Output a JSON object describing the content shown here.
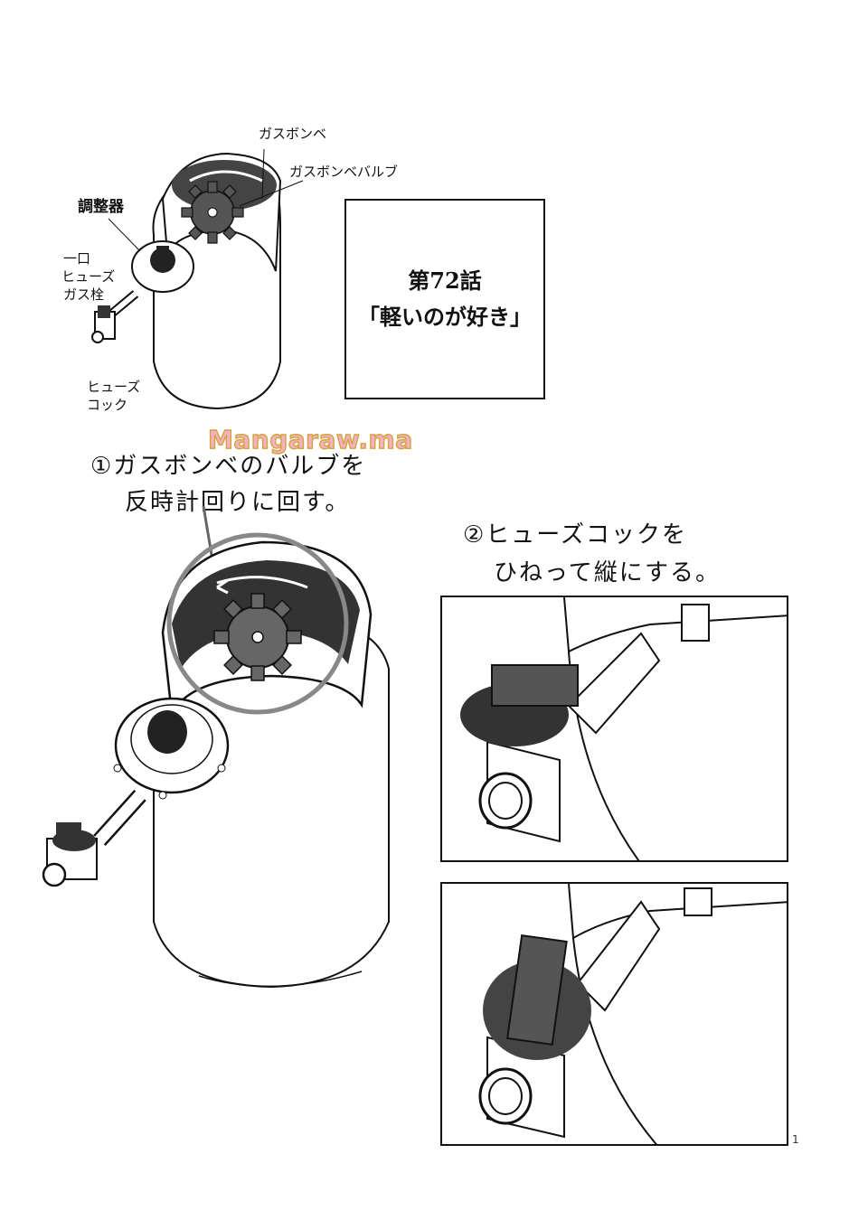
{
  "labels": {
    "gas_cylinder": "ガスボンベ",
    "gas_cylinder_valve": "ガスボンベバルブ",
    "regulator": "調整器",
    "single_fuse_gas_tap_line1": "一口",
    "single_fuse_gas_tap_line2": "ヒューズ",
    "single_fuse_gas_tap_line3": "ガス栓",
    "fuse_cock_line1": "ヒューズ",
    "fuse_cock_line2": "コック"
  },
  "title": {
    "chapter": "第72話",
    "name": "「軽いのが好き」"
  },
  "watermark": "Mangaraw.ma",
  "instructions": {
    "step1_line1": "①ガスボンベのバルブを",
    "step1_line2": "反時計回りに回す。",
    "step2_line1": "②ヒューズコックを",
    "step2_line2": "ひねって縦にする。"
  },
  "page_number": "1"
}
